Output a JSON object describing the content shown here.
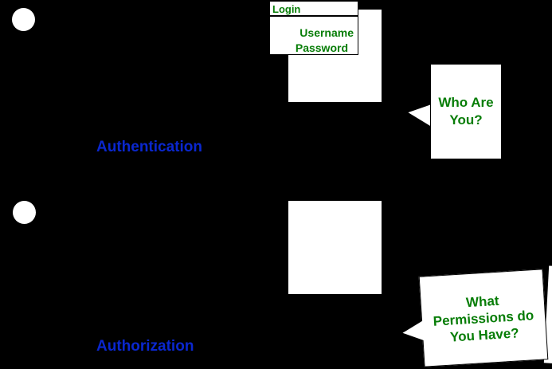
{
  "colors": {
    "background": "#000000",
    "shape_fill": "#ffffff",
    "shape_outline": "#000000",
    "text_green": "#077d07",
    "label_blue": "#0a27cf"
  },
  "icons": {
    "authentication_actor": "person-head-icon",
    "authorization_actor": "person-head-icon"
  },
  "login_form": {
    "title": "Login",
    "fields": [
      "Username",
      "Password"
    ]
  },
  "bubbles": {
    "who": {
      "lines": [
        "Who Are",
        "You?"
      ]
    },
    "permissions": {
      "lines": [
        "What",
        "Permissions do",
        "You Have?"
      ]
    }
  },
  "labels": {
    "authentication": "Authentication",
    "authorization": "Authorization"
  }
}
